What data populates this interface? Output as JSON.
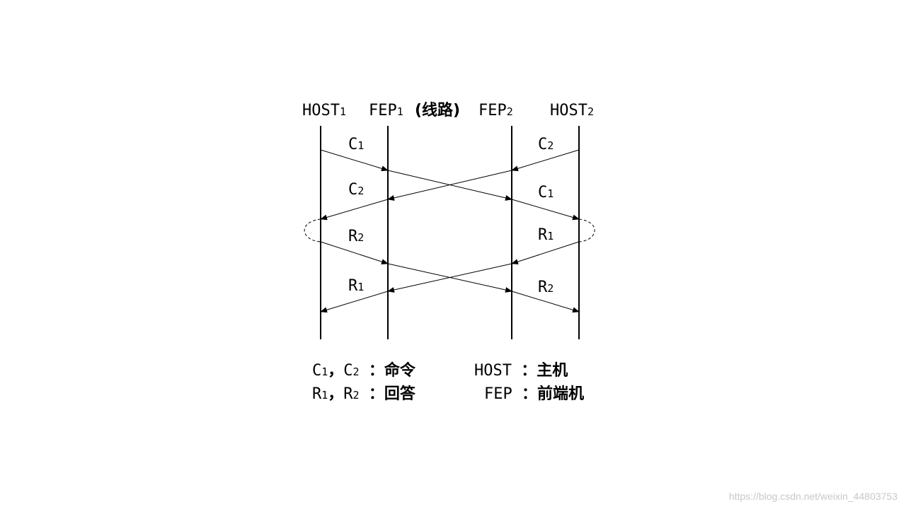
{
  "header": {
    "host1": {
      "base": "HOST",
      "sub": "1"
    },
    "fep1": {
      "base": "FEP",
      "sub": "1"
    },
    "line": "(线路)",
    "fep2": {
      "base": "FEP",
      "sub": "2"
    },
    "host2": {
      "base": "HOST",
      "sub": "2"
    }
  },
  "messages": {
    "c1_top": {
      "base": "C",
      "sub": "1"
    },
    "c2_top": {
      "base": "C",
      "sub": "2"
    },
    "c2_mid": {
      "base": "C",
      "sub": "2"
    },
    "c1_mid": {
      "base": "C",
      "sub": "1"
    },
    "r2_left": {
      "base": "R",
      "sub": "2"
    },
    "r1_right": {
      "base": "R",
      "sub": "1"
    },
    "r1_left": {
      "base": "R",
      "sub": "1"
    },
    "r2_right": {
      "base": "R",
      "sub": "2"
    }
  },
  "legend": {
    "row1": {
      "c1": "C",
      "c1sub": "1",
      "comma": "，",
      "c2": "C",
      "c2sub": "2",
      "colon": "：",
      "meaning": "命令",
      "key": "HOST",
      "colon2": "：",
      "key_meaning": "主机"
    },
    "row2": {
      "r1": "R",
      "r1sub": "1",
      "comma": "，",
      "r2": "R",
      "r2sub": "2",
      "colon": "：",
      "meaning": "回答",
      "key": "FEP",
      "colon2": "：",
      "key_meaning": "前端机"
    }
  },
  "watermark": "https://blog.csdn.net/weixin_44803753"
}
